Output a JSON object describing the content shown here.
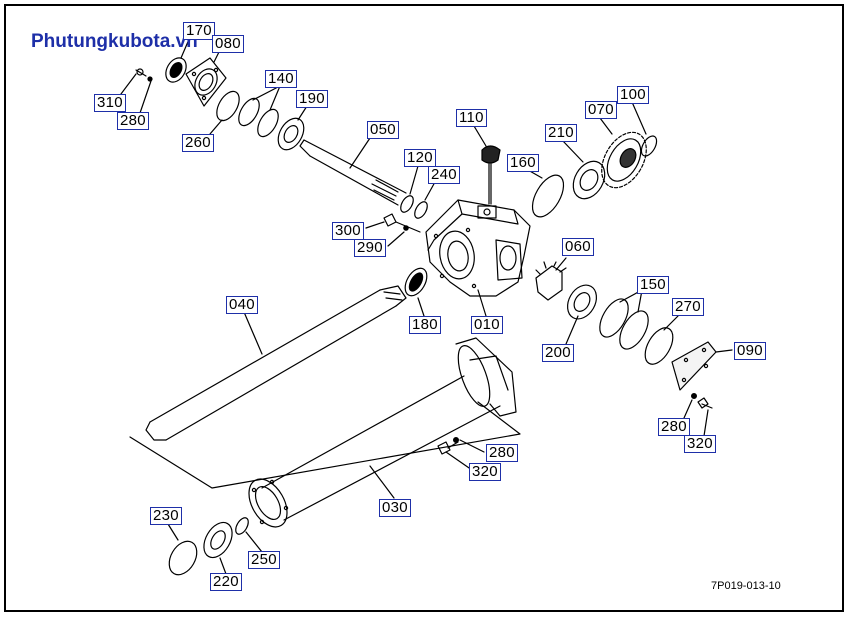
{
  "watermark": "Phutungkubota.vn",
  "drawing_code": "7P019-013-10",
  "accent_color": "#1e2fa8",
  "parts": [
    {
      "id": "part-170",
      "label": "170"
    },
    {
      "id": "part-080",
      "label": "080"
    },
    {
      "id": "part-140",
      "label": "140"
    },
    {
      "id": "part-310",
      "label": "310"
    },
    {
      "id": "part-280-a",
      "label": "280"
    },
    {
      "id": "part-260",
      "label": "260"
    },
    {
      "id": "part-190",
      "label": "190"
    },
    {
      "id": "part-050",
      "label": "050"
    },
    {
      "id": "part-110",
      "label": "110"
    },
    {
      "id": "part-070",
      "label": "070"
    },
    {
      "id": "part-100",
      "label": "100"
    },
    {
      "id": "part-210",
      "label": "210"
    },
    {
      "id": "part-120",
      "label": "120"
    },
    {
      "id": "part-160",
      "label": "160"
    },
    {
      "id": "part-240",
      "label": "240"
    },
    {
      "id": "part-300",
      "label": "300"
    },
    {
      "id": "part-290",
      "label": "290"
    },
    {
      "id": "part-060",
      "label": "060"
    },
    {
      "id": "part-150",
      "label": "150"
    },
    {
      "id": "part-040",
      "label": "040"
    },
    {
      "id": "part-270",
      "label": "270"
    },
    {
      "id": "part-180",
      "label": "180"
    },
    {
      "id": "part-010",
      "label": "010"
    },
    {
      "id": "part-200",
      "label": "200"
    },
    {
      "id": "part-090",
      "label": "090"
    },
    {
      "id": "part-280-b",
      "label": "280"
    },
    {
      "id": "part-320-a",
      "label": "320"
    },
    {
      "id": "part-280-c",
      "label": "280"
    },
    {
      "id": "part-320-b",
      "label": "320"
    },
    {
      "id": "part-030",
      "label": "030"
    },
    {
      "id": "part-230",
      "label": "230"
    },
    {
      "id": "part-250",
      "label": "250"
    },
    {
      "id": "part-220",
      "label": "220"
    }
  ]
}
